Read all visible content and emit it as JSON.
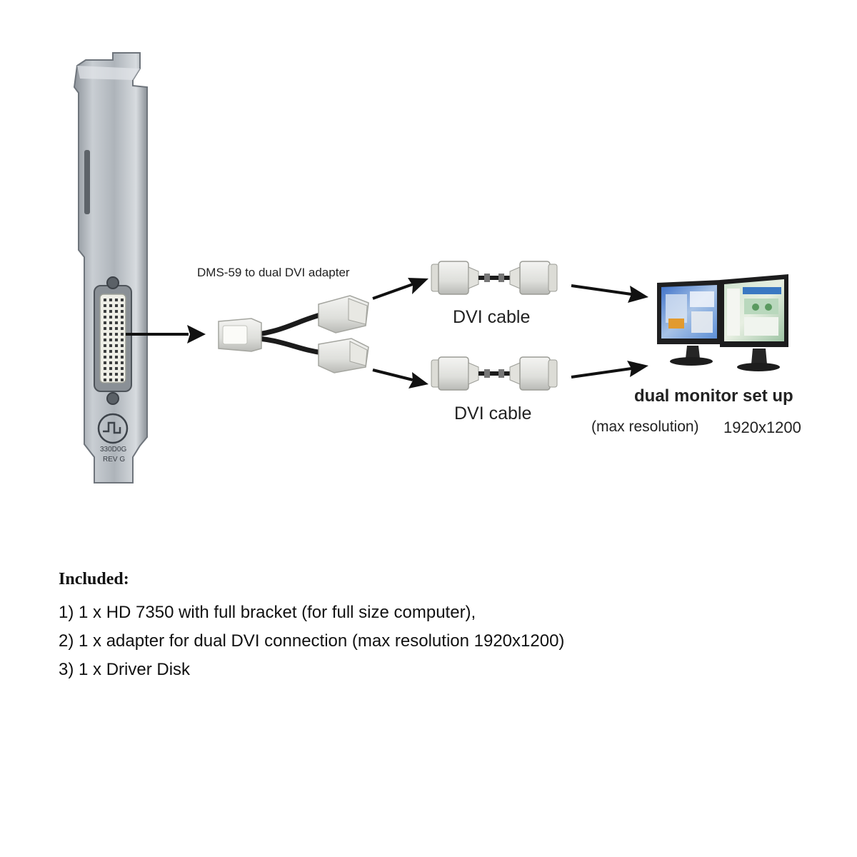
{
  "diagram": {
    "adapter_label": "DMS-59 to dual DVI  adapter",
    "cable_labels": [
      "DVI cable",
      "DVI cable"
    ],
    "setup_title": "dual monitor set up",
    "resolution_prefix": "(max resolution)",
    "resolution_value": "1920x1200",
    "bracket_stamp": [
      "330D0G",
      "REV G"
    ]
  },
  "included": {
    "heading": "Included:",
    "items": [
      "1) 1 x HD 7350 with full bracket (for full size computer),",
      "2) 1 x adapter for dual DVI connection (max resolution 1920x1200)",
      "3) 1 x Driver Disk"
    ]
  }
}
